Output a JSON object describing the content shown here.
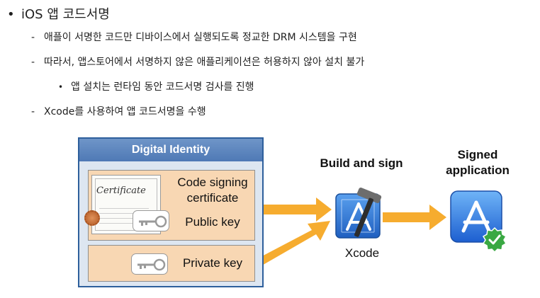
{
  "slide": {
    "bullet1": "iOS 앱 코드서명",
    "sub1": "애플이 서명한 코드만 디바이스에서 실행되도록 정교한 DRM 시스템을 구현",
    "sub2": "따라서, 앱스토어에서 서명하지 않은 애플리케이션은 허용하지 않아 설치 불가",
    "sub2_point": "앱 설치는 런타임 동안 코드서명 검사를 진행",
    "sub3": "Xcode를 사용하여 앱 코드서명을 수행",
    "bullet_marker": "•",
    "dash_marker": "-"
  },
  "diagram": {
    "identity_title": "Digital Identity",
    "certificate_text": "Certificate",
    "code_signing_line1": "Code signing",
    "code_signing_line2": "certificate",
    "public_key": "Public key",
    "private_key": "Private key",
    "build_title": "Build and sign",
    "xcode": "Xcode",
    "signed_line1": "Signed",
    "signed_line2": "application"
  },
  "colors": {
    "header_blue": "#4f79b5",
    "panel_bg": "#dde6f1",
    "card_bg": "#f8d7b3",
    "arrow_orange": "#f6ac2f",
    "app_blue": "#2f6fd4",
    "check_green": "#3aa843"
  },
  "icons": [
    "certificate-icon",
    "key-icon",
    "xcode-icon",
    "app-store-icon",
    "checkmark-icon"
  ]
}
